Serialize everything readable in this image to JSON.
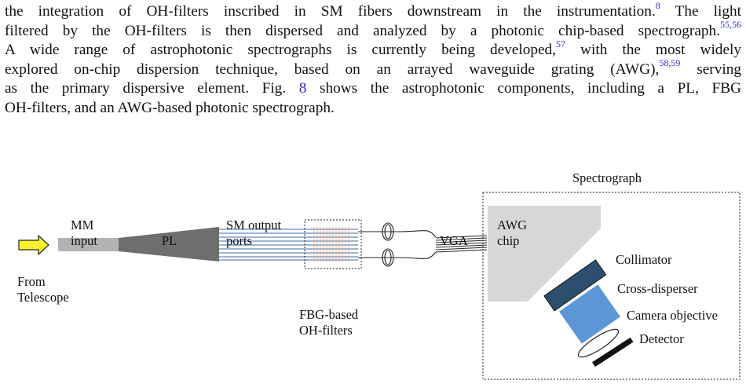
{
  "paragraph": {
    "line1_pre": "the integration of OH-filters inscribed in SM fibers downstream in the instrumentation.",
    "line1_ref": "8",
    "line1_post": " The light",
    "line2_pre": "filtered by the OH-filters is then dispersed and analyzed by a photonic chip-based spectrograph.",
    "line2_ref": "55,56",
    "line3_pre": "A wide range of astrophotonic spectrographs is currently being developed,",
    "line3_ref": "57",
    "line3_post": " with the most widely",
    "line4_pre": "explored on-chip dispersion technique, based on an arrayed waveguide grating (AWG),",
    "line4_ref": "58,59",
    "line4_post": " serving",
    "line5_pre": "as the primary dispersive element. Fig. ",
    "line5_fig": "8",
    "line5_post": " shows the astrophotonic components, including a PL, FBG",
    "line6": "OH-filters, and an AWG-based photonic spectrograph."
  },
  "figure": {
    "spectrograph_title": "Spectrograph",
    "mm_input_l1": "MM",
    "mm_input_l2": "input",
    "pl": "PL",
    "sm_ports_l1": "SM output",
    "sm_ports_l2": "ports",
    "awg_l1": "AWG",
    "awg_l2": "chip",
    "vga": "VGA",
    "collimator": "Collimator",
    "cross_disperser": "Cross-disperser",
    "camera_objective": "Camera objective",
    "detector": "Detector",
    "from_l1": "From",
    "from_l2": "Telescope",
    "fbg_l1": "FBG-based",
    "fbg_l2": "OH-filters",
    "colors": {
      "arrow_fill": "#f7f32b",
      "fiber_gray": "#b3b3b3",
      "lantern_gray": "#6e6e6e",
      "awg_gray": "#d8d8d8",
      "collimator_blue": "#2c4f6f",
      "disperser_blue": "#5b97d6",
      "fbg_orange": "#e8a27c",
      "fiber_blue": "#3b6aa8"
    }
  }
}
